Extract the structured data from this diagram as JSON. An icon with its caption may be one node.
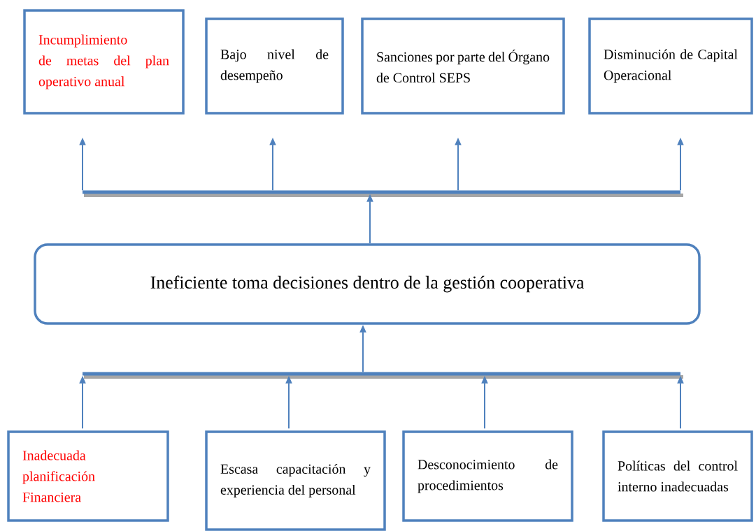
{
  "diagram": {
    "nodes": [
      {
        "text": [
          "Incumplimiento de metas del plan operativo anual"
        ]
      },
      {
        "text": [
          "Bajo nivel de desempeño"
        ]
      },
      {
        "text": [
          "Sanciones por parte del Órgano de Control SEPS"
        ]
      },
      {
        "text": [
          "Disminución de Capital Operacional"
        ]
      },
      {
        "text": [],
        "shape": "bar"
      },
      {
        "text": [
          "Ineficiente toma decisiones dentro de la gestión cooperativa"
        ]
      },
      {
        "text": [],
        "shape": "bar"
      },
      {
        "text": [
          "Inadecuada planificación Financiera"
        ]
      },
      {
        "text": [
          "Escasa capacitación y experiencia del personal"
        ]
      },
      {
        "text": [
          "Desconocimiento de procedimientos"
        ]
      },
      {
        "text": [
          "Políticas del control interno inadecuadas"
        ]
      }
    ],
    "edges": [
      {
        "from": 4,
        "to": 0,
        "arrow": "to"
      },
      {
        "from": 4,
        "to": 1,
        "arrow": "to"
      },
      {
        "from": 4,
        "to": 2,
        "arrow": "to"
      },
      {
        "from": 4,
        "to": 3,
        "arrow": "to"
      },
      {
        "from": 5,
        "to": 4,
        "arrow": "to"
      },
      {
        "from": 7,
        "to": 6,
        "arrow": "to"
      },
      {
        "from": 8,
        "to": 6,
        "arrow": "to"
      },
      {
        "from": 9,
        "to": 6,
        "arrow": "to"
      },
      {
        "from": 10,
        "to": 6,
        "arrow": "to"
      },
      {
        "from": 6,
        "to": 5,
        "arrow": "to"
      }
    ]
  }
}
